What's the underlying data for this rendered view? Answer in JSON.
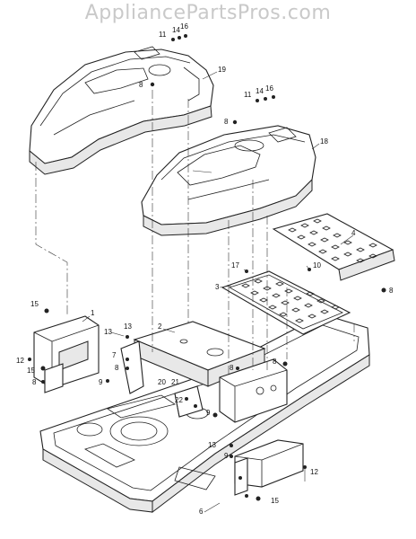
{
  "watermark": "AppliancePartsPros.com",
  "callouts": {
    "c1": "1",
    "c2": "2",
    "c3": "3",
    "c4": "4",
    "c6": "6",
    "c7": "7",
    "c8a": "8",
    "c8b": "8",
    "c8c": "8",
    "c8d": "8",
    "c8e": "8",
    "c8f": "8",
    "c8g": "8",
    "c9a": "9",
    "c9b": "9",
    "c9c": "9",
    "c10": "10",
    "c11a": "11",
    "c11b": "11",
    "c12a": "12",
    "c12b": "12",
    "c13a": "13",
    "c13b": "13",
    "c13c": "13",
    "c14a": "14",
    "c14b": "14",
    "c15a": "15",
    "c15b": "15",
    "c15c": "15",
    "c16a": "16",
    "c16b": "16",
    "c17": "17",
    "c18": "18",
    "c19": "19",
    "c20": "20",
    "c21": "21",
    "c22": "22"
  }
}
